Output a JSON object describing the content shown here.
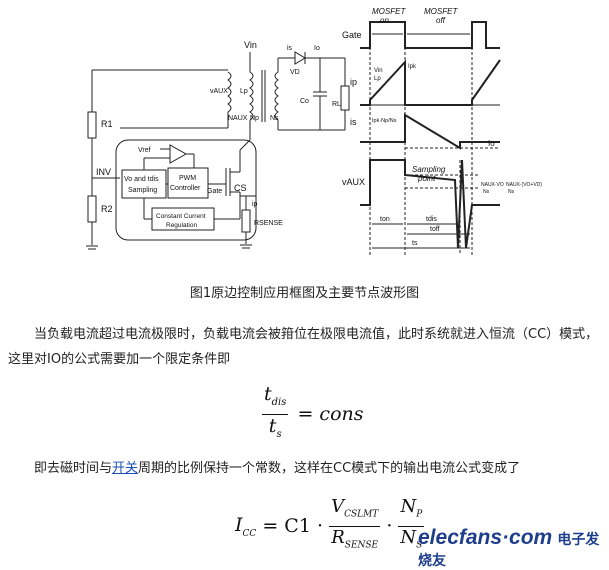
{
  "caption": "图1原边控制应用框图及主要节点波形图",
  "paragraph1": "当负载电流超过电流极限时，负载电流会被箝位在极限电流值，此时系统就进入恒流（CC）模式，这里对IO的公式需要加一个限定条件即",
  "formula1": {
    "numerator": "t",
    "numerator_sub": "dis",
    "denominator": "t",
    "denominator_sub": "s",
    "rhs": "= cons"
  },
  "paragraph2_before": "即去磁时间与",
  "paragraph2_link": "开关",
  "paragraph2_after": "周期的比例保持一个常数，这样在CC模式下的输出电流公式变成了",
  "formula2": {
    "lhs": "I",
    "lhs_sub": "CC",
    "mid": "= C1 ·",
    "f1_num": "V",
    "f1_num_sub": "CSLMT",
    "f1_den": "R",
    "f1_den_sub": "SENSE",
    "dot": "·",
    "f2_num": "N",
    "f2_num_sub": "P",
    "f2_den": "N",
    "f2_den_sub": "S"
  },
  "watermark": {
    "text": "elecfans·com",
    "chinese": "电子发烧友"
  },
  "circuit": {
    "labels": {
      "vin": "Vin",
      "r1": "R1",
      "r2": "R2",
      "inv": "INV",
      "vref": "Vref",
      "sampling1": "Vo and tdis",
      "sampling2": "Sampling",
      "pwm1": "PWM",
      "pwm2": "Controller",
      "gate": "Gate",
      "cs": "CS",
      "cc1": "Constant Current",
      "cc2": "Regulation",
      "rsense": "RSENSE",
      "vaux": "vAUX",
      "naux": "NAUX",
      "lp": "Lp",
      "np": "Np",
      "ns": "Ns",
      "co": "Co",
      "rl": "RL",
      "is": "is",
      "io": "Io",
      "vd": "VD",
      "ip": "ip"
    }
  },
  "waveform": {
    "labels": {
      "mosfet_on1": "MOSFET",
      "mosfet_on2": "on",
      "mosfet_off1": "MOSFET",
      "mosfet_off2": "off",
      "gate": "Gate",
      "ip": "ip",
      "is": "is",
      "io": "Io",
      "vaux": "vAUX",
      "sampling1": "Sampling",
      "sampling2": "point",
      "ton": "ton",
      "tdis": "tdis",
      "toff": "toff",
      "ts": "ts",
      "slope1": "Vin",
      "slope1b": "Lp",
      "ipk": "Ipk",
      "ipk2": "Ipk·Np/Ns",
      "v1": "NAUX·VO",
      "v1b": "Ns",
      "v2": "NAUX·(VO+VD)",
      "v2b": "Ns"
    }
  }
}
